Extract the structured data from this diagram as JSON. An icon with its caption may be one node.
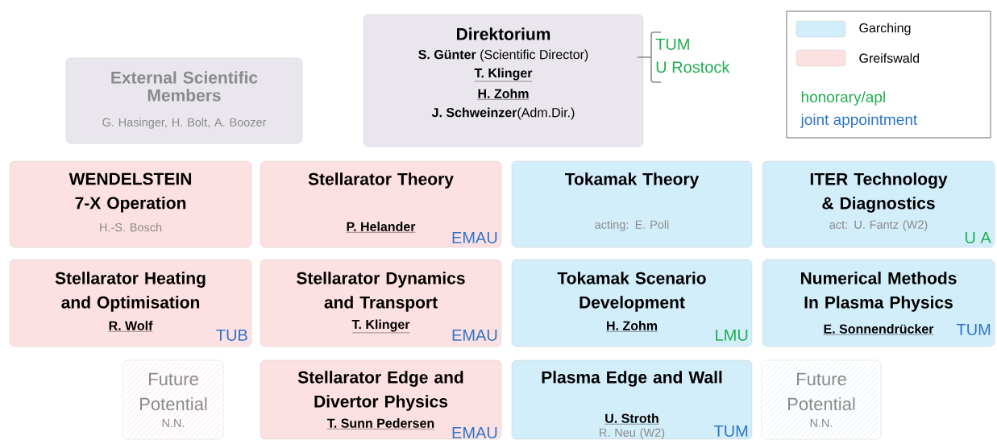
{
  "diagram": {
    "nodes": [
      {
        "text": [
          "Direktorium",
          "**S. Günter** (Scientific Director)",
          "T. Klinger",
          "H. Zohm",
          "**J. Schweinzer**(Adm.Dir.)"
        ],
        "beside": [
          "TUM",
          "U Rostock"
        ]
      },
      {
        "text": [
          "External Scientific Members",
          "G. Hasinger, H. Bolt, A. Boozer"
        ]
      },
      {
        "text": [
          "WENDELSTEIN 7-X Operation",
          "H.-S. Bosch"
        ]
      },
      {
        "text": [
          "Stellarator Theory",
          "P. Helander",
          "EMAU"
        ]
      },
      {
        "text": [
          "Tokamak Theory",
          "acting: E. Poli"
        ]
      },
      {
        "text": [
          "ITER Technology & Diagnostics",
          "act: U. Fantz (W2)",
          "U A"
        ]
      },
      {
        "text": [
          "Stellarator Heating and Optimisation",
          "R. Wolf",
          "TUB"
        ]
      },
      {
        "text": [
          "Stellarator Dynamics and Transport",
          "T. Klinger",
          "EMAU"
        ]
      },
      {
        "text": [
          "Tokamak Scenario Development",
          "H. Zohm",
          "LMU"
        ]
      },
      {
        "text": [
          "Numerical Methods In Plasma Physics",
          "E. Sonnendrücker",
          "TUM"
        ]
      },
      {
        "text": [
          "Future Potential",
          "N.N."
        ]
      },
      {
        "text": [
          "Stellarator Edge and Divertor Physics",
          "T. Sunn Pedersen",
          "EMAU"
        ]
      },
      {
        "text": [
          "Plasma Edge and Wall",
          "U. Stroth",
          "R. Neu (W2)",
          "TUM"
        ]
      },
      {
        "text": [
          "Future Potential",
          "N.N."
        ]
      }
    ],
    "legend": [
      {
        "text": "Garching",
        "color": "#d3eefb"
      },
      {
        "text": "Greifswald",
        "color": "#fde0e1"
      },
      {
        "text": "honorary/apl",
        "color": "#1fae50"
      },
      {
        "text": "joint appointment",
        "color": "#2e75c8"
      }
    ]
  }
}
